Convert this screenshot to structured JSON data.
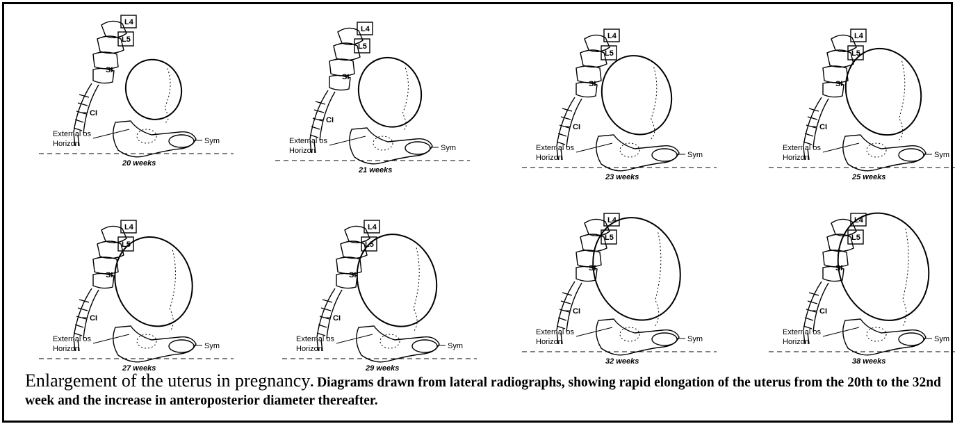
{
  "panels": [
    {
      "week_label": "20 weeks",
      "uterus_scale": 0.62
    },
    {
      "week_label": "21 weeks",
      "uterus_scale": 0.72
    },
    {
      "week_label": "23 weeks",
      "uterus_scale": 0.82
    },
    {
      "week_label": "25 weeks",
      "uterus_scale": 0.9
    },
    {
      "week_label": "27 weeks",
      "uterus_scale": 0.93
    },
    {
      "week_label": "29 weeks",
      "uterus_scale": 0.96
    },
    {
      "week_label": "32 weeks",
      "uterus_scale": 1.07
    },
    {
      "week_label": "38 weeks",
      "uterus_scale": 1.12
    }
  ],
  "labels": {
    "l4": "L4",
    "l5": "L5",
    "s1": "SI",
    "c1": "CI",
    "external_os": "External os",
    "horizon": "Horizon",
    "sym": "Sym"
  },
  "caption": {
    "title": "Enlargement of the uterus in pregnancy",
    "description": ". Diagrams drawn from lateral radiographs, showing rapid elongation of the uterus  from the 20th to the 32nd week and  the increase in anteroposterior diameter  thereafter."
  }
}
